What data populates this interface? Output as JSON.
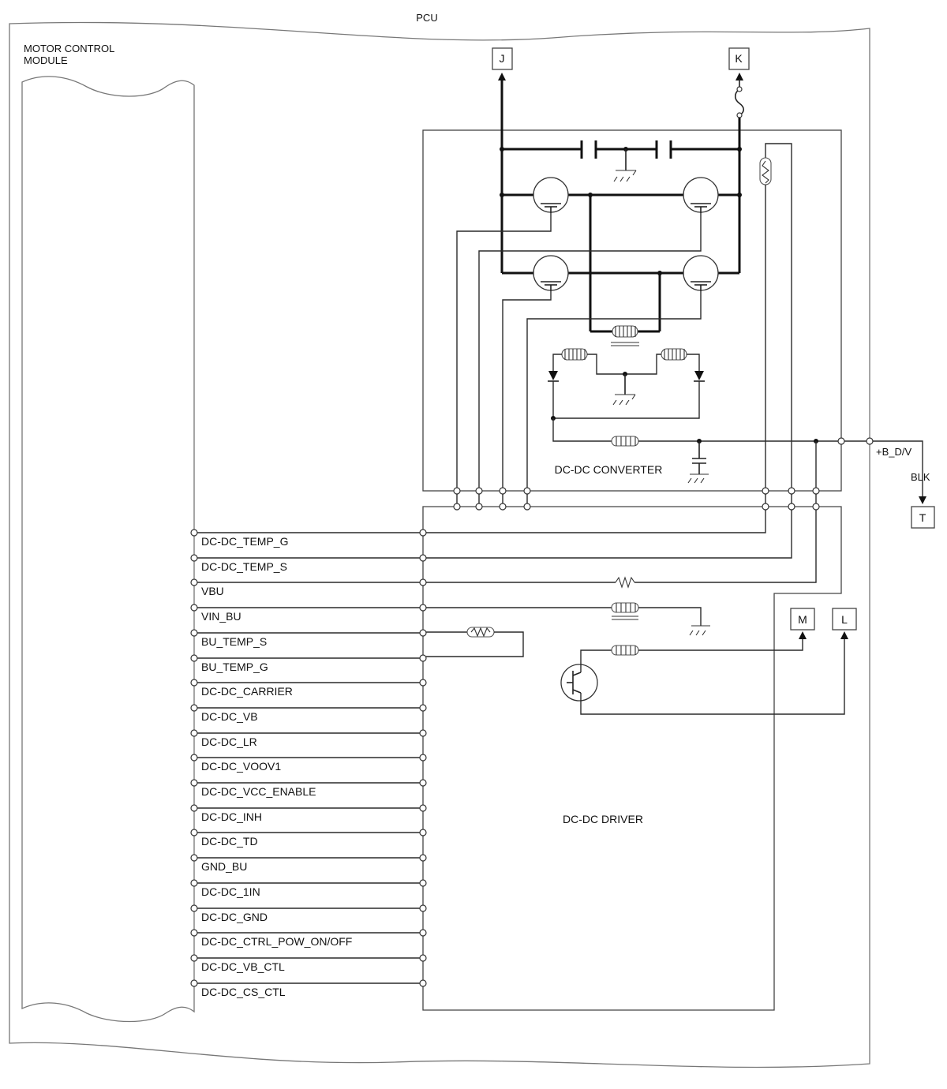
{
  "labels": {
    "pcu": "PCU",
    "motor_control_module_line1": "MOTOR CONTROL",
    "motor_control_module_line2": "MODULE",
    "dc_dc_converter": "DC-DC CONVERTER",
    "dc_dc_driver": "DC-DC DRIVER",
    "b_dv": "+B_D/V",
    "blk": "BLK"
  },
  "connectors": {
    "j": "J",
    "k": "K",
    "t": "T",
    "m": "M",
    "l": "L"
  },
  "signals": [
    "DC-DC_TEMP_G",
    "DC-DC_TEMP_S",
    "VBU",
    "VIN_BU",
    "BU_TEMP_S",
    "BU_TEMP_G",
    "DC-DC_CARRIER",
    "DC-DC_VB",
    "DC-DC_LR",
    "DC-DC_VOOV1",
    "DC-DC_VCC_ENABLE",
    "DC-DC_INH",
    "DC-DC_TD",
    "GND_BU",
    "DC-DC_1IN",
    "DC-DC_GND",
    "DC-DC_CTRL_POW_ON/OFF",
    "DC-DC_VB_CTL",
    "DC-DC_CS_CTL"
  ]
}
